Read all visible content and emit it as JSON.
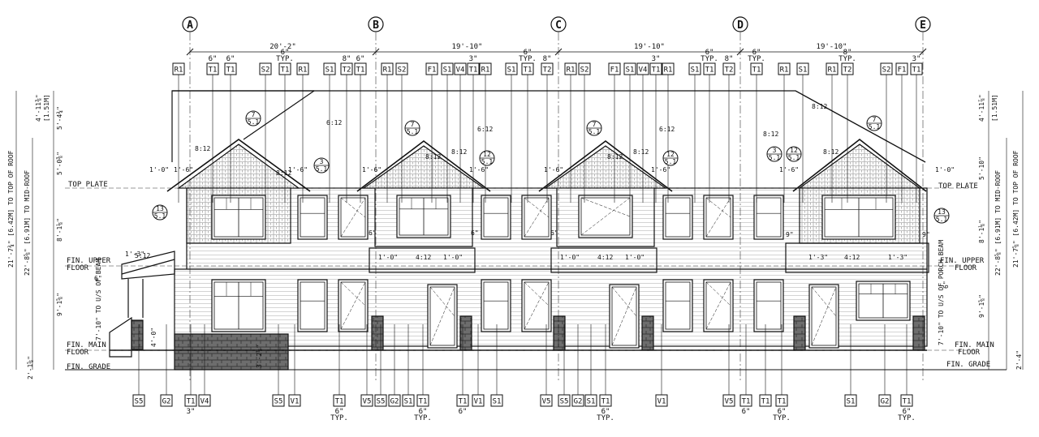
{
  "grid": {
    "labels": [
      "A",
      "B",
      "C",
      "D",
      "E"
    ],
    "spacings": [
      "20'-2\"",
      "19'-10\"",
      "19'-10\"",
      "19'-10\""
    ]
  },
  "top_tags": [
    {
      "text": "R1",
      "note": ""
    },
    {
      "text": "T1",
      "note": "6\""
    },
    {
      "text": "T1",
      "note": "6\""
    },
    {
      "text": "S2",
      "note": ""
    },
    {
      "text": "T1",
      "note": "6\" TYP."
    },
    {
      "text": "R1",
      "note": ""
    },
    {
      "text": "S1",
      "note": ""
    },
    {
      "text": "T2",
      "note": "8\""
    },
    {
      "text": "T1",
      "note": "6\""
    },
    {
      "text": "R1",
      "note": ""
    },
    {
      "text": "S2",
      "note": ""
    },
    {
      "text": "F1",
      "note": ""
    },
    {
      "text": "S1",
      "note": ""
    },
    {
      "text": "V4",
      "note": ""
    },
    {
      "text": "T1",
      "note": "3\""
    },
    {
      "text": "R1",
      "note": ""
    },
    {
      "text": "S1",
      "note": ""
    },
    {
      "text": "T1",
      "note": "6\" TYP."
    },
    {
      "text": "T2",
      "note": "8\""
    },
    {
      "text": "R1",
      "note": ""
    },
    {
      "text": "S2",
      "note": ""
    },
    {
      "text": "F1",
      "note": ""
    },
    {
      "text": "S1",
      "note": ""
    },
    {
      "text": "V4",
      "note": ""
    },
    {
      "text": "T1",
      "note": "3\""
    },
    {
      "text": "R1",
      "note": ""
    },
    {
      "text": "S1",
      "note": ""
    },
    {
      "text": "T1",
      "note": "6\" TYP."
    },
    {
      "text": "T2",
      "note": "8\""
    },
    {
      "text": "T1",
      "note": "6\" TYP."
    },
    {
      "text": "R1",
      "note": ""
    },
    {
      "text": "S1",
      "note": ""
    },
    {
      "text": "R1",
      "note": ""
    },
    {
      "text": "T2",
      "note": "8\" TYP."
    },
    {
      "text": "S2",
      "note": ""
    },
    {
      "text": "F1",
      "note": ""
    },
    {
      "text": "T1",
      "note": "3\""
    }
  ],
  "bottom_tags": [
    {
      "text": "S5",
      "note": ""
    },
    {
      "text": "G2",
      "note": ""
    },
    {
      "text": "T1",
      "note": "3\""
    },
    {
      "text": "V4",
      "note": ""
    },
    {
      "text": "S5",
      "note": ""
    },
    {
      "text": "V1",
      "note": ""
    },
    {
      "text": "T1",
      "note": "6\" TYP."
    },
    {
      "text": "V5",
      "note": ""
    },
    {
      "text": "S5",
      "note": ""
    },
    {
      "text": "G2",
      "note": ""
    },
    {
      "text": "S1",
      "note": ""
    },
    {
      "text": "T1",
      "note": "6\" TYP."
    },
    {
      "text": "T1",
      "note": "6\""
    },
    {
      "text": "V1",
      "note": ""
    },
    {
      "text": "S1",
      "note": ""
    },
    {
      "text": "V5",
      "note": ""
    },
    {
      "text": "S5",
      "note": ""
    },
    {
      "text": "G2",
      "note": ""
    },
    {
      "text": "S1",
      "note": ""
    },
    {
      "text": "T1",
      "note": "6\" TYP."
    },
    {
      "text": "V1",
      "note": ""
    },
    {
      "text": "V5",
      "note": ""
    },
    {
      "text": "T1",
      "note": "6\""
    },
    {
      "text": "T1",
      "note": ""
    },
    {
      "text": "T1",
      "note": "6\" TYP."
    },
    {
      "text": "S1",
      "note": ""
    },
    {
      "text": "G2",
      "note": ""
    },
    {
      "text": "T1",
      "note": "6\" TYP."
    }
  ],
  "level_labels": {
    "top_plate_left": "TOP PLATE",
    "top_plate_right": "TOP PLATE",
    "upper_floor_left": [
      "FIN. UPPER",
      "FLOOR"
    ],
    "upper_floor_right": [
      "FIN. UPPER",
      "FLOOR"
    ],
    "main_floor_left": [
      "FIN. MAIN",
      "FLOOR"
    ],
    "main_floor_right": [
      "FIN. MAIN",
      "FLOOR"
    ],
    "grade_left": "FIN. GRADE",
    "grade_right": "FIN. GRADE"
  },
  "left_dims": {
    "overall_roof": "21'-7¾\" [6.42M] TO TOP OF ROOF",
    "mid_roof": "22'-8⅝\" [6.91M] TO MID-ROOF",
    "roof_height": "4'-11⅜\"",
    "roof_metric": "[1.51M]",
    "roof_sub": "5'-4¾\"",
    "gable": "5'-0⅜\"",
    "upper": "8'-1⅛\"",
    "main": "9'-1⅝\"",
    "grade": "2'-1⅝\"",
    "porch_beam": "7'-10\" TO U/S OF BEAM",
    "rail": "4'-0\"",
    "porch_cap": "1'-3\"",
    "porch_small": "6\"",
    "foundation": "3'-2½\""
  },
  "right_dims": {
    "overall_roof": "21'-7⅝\" [6.42M] TO TOP OF ROOF",
    "mid_roof": "22'-8⅝\" [6.91M] TO MID-ROOF",
    "roof_height": "4'-11⅞\"",
    "roof_metric": "[1.51M]",
    "gable": "5'-10\"",
    "upper": "8'-1⅛\"",
    "main": "9'-1⅝\"",
    "grade": "2'-4\"",
    "porch_beam": "7'-10\" TO U/S OF PORCH BEAM",
    "porch_small": "6\""
  },
  "slopes": [
    "8:12",
    "8:12",
    "6:12",
    "8:12",
    "8:12",
    "6:12",
    "8:12",
    "8:12",
    "6:12",
    "8:12",
    "8:12",
    "5:12",
    "8:12"
  ],
  "canopy_slopes": [
    "4:12",
    "4:12",
    "4:12"
  ],
  "overhangs": [
    "1'-0\"",
    "1'-6\"",
    "1'-6\"",
    "1'-6\"",
    "1'-6\"",
    "1'-6\"",
    "1'-6\"",
    "1'-6\"",
    "1'-0\"",
    "1'-0\"",
    "1'-0\"",
    "1'-0\"",
    "1'-0\"",
    "1'-3\"",
    "1'-3\""
  ],
  "small_dims": [
    "6\"",
    "6\"",
    "6\"",
    "9\"",
    "9\""
  ],
  "section_callouts": [
    {
      "num": "7",
      "sheet": "5.1"
    },
    {
      "num": "3",
      "sheet": "5.1"
    },
    {
      "num": "13",
      "sheet": "5.1"
    },
    {
      "num": "7",
      "sheet": "5.1"
    },
    {
      "num": "12",
      "sheet": "5.1"
    },
    {
      "num": "7",
      "sheet": "5.1"
    },
    {
      "num": "12",
      "sheet": "5.1"
    },
    {
      "num": "3",
      "sheet": "5.1"
    },
    {
      "num": "12",
      "sheet": "5.1"
    },
    {
      "num": "7",
      "sheet": "5.1"
    },
    {
      "num": "13",
      "sheet": "5.1"
    }
  ]
}
